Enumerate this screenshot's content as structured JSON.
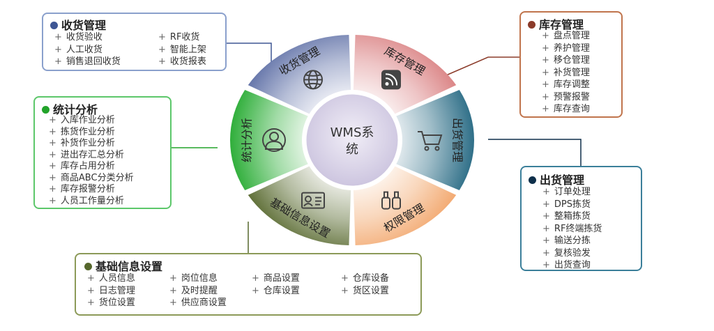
{
  "center": {
    "label_line1": "WMS系",
    "label_line2": "统"
  },
  "segments": [
    {
      "id": "shouhuo",
      "label": "收货管理",
      "icon": "globe-icon",
      "color": "#5d6ea5"
    },
    {
      "id": "kucun",
      "label": "库存管理",
      "icon": "rss-feed-icon",
      "color": "#d97f80"
    },
    {
      "id": "chuhuo",
      "label": "出货管理",
      "icon": "shopping-cart-icon",
      "color": "#2f6f88"
    },
    {
      "id": "quanxian",
      "label": "权限管理",
      "icon": "bottles-icon",
      "color": "#f2a56a"
    },
    {
      "id": "jichu",
      "label": "基础信息设置",
      "icon": "id-card-icon",
      "color": "#56672c"
    },
    {
      "id": "tongji",
      "label": "统计分析",
      "icon": "user-profile-icon",
      "color": "#2fae3a"
    }
  ],
  "boxes": {
    "shouhuo": {
      "title": "收货管理",
      "color": "#3e5694",
      "items": [
        "收货验收",
        "RF收货",
        "人工收货",
        "智能上架",
        "销售退回收货",
        "收货报表"
      ]
    },
    "kucun": {
      "title": "库存管理",
      "color": "#8b3b2a",
      "items": [
        "盘点管理",
        "养护管理",
        "移仓管理",
        "补货管理",
        "库存调整",
        "预警报警",
        "库存查询"
      ]
    },
    "tongji": {
      "title": "统计分析",
      "color": "#22a32a",
      "items": [
        "入库作业分析",
        "拣货作业分析",
        "补货作业分析",
        "进出存汇总分析",
        "库存占用分析",
        "商品ABC分类分析",
        "库存报警分析",
        "人员工作量分析"
      ]
    },
    "chuhuo": {
      "title": "出货管理",
      "color": "#0e2f4a",
      "items": [
        "订单处理",
        "DPS拣货",
        "整箱拣货",
        "RF终端拣货",
        "输送分拣",
        "复核验发",
        "出货查询"
      ]
    },
    "jichu": {
      "title": "基础信息设置",
      "color": "#56672c",
      "items": [
        "人员信息",
        "岗位信息",
        "商品设置",
        "仓库设备",
        "日志管理",
        "及时提醒",
        "仓库设置",
        "货区设置",
        "货位设置",
        "供应商设置"
      ]
    }
  },
  "bullet_symbol": "+"
}
